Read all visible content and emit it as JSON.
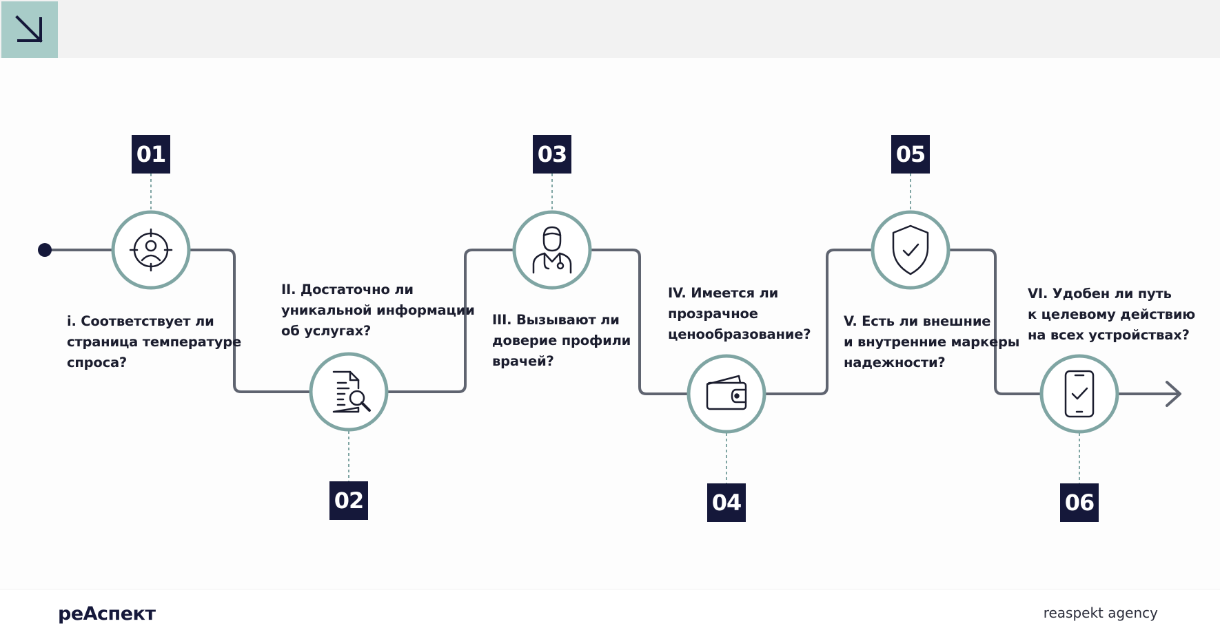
{
  "header": {
    "corner_icon": "arrow-down-right-icon",
    "accent_color": "#a8ccc8"
  },
  "steps": [
    {
      "number": "01",
      "text": "i. Соответствует ли\nстраница температуре\nспроса?",
      "icon": "target-person-icon"
    },
    {
      "number": "02",
      "text": "II. Достаточно ли\nуникальной информации\nоб услугах?",
      "icon": "document-search-icon"
    },
    {
      "number": "03",
      "text": "III. Вызывают ли\nдоверие профили\nврачей?",
      "icon": "doctor-icon"
    },
    {
      "number": "04",
      "text": "IV. Имеется ли\nпрозрачное\nценообразование?",
      "icon": "wallet-icon"
    },
    {
      "number": "05",
      "text": "V. Есть ли внешние\nи внутренние маркеры\nнадежности?",
      "icon": "shield-check-icon"
    },
    {
      "number": "06",
      "text": "VI. Удобен ли путь\nк целевому действию\nна всех устройствах?",
      "icon": "smartphone-check-icon"
    }
  ],
  "colors": {
    "line": "#5f6470",
    "circle_ring": "#7fa5a3",
    "number_bg": "#15183a",
    "text": "#1b1d2e"
  },
  "footer": {
    "brand": "реАспект",
    "agency": "reaspekt agency"
  }
}
